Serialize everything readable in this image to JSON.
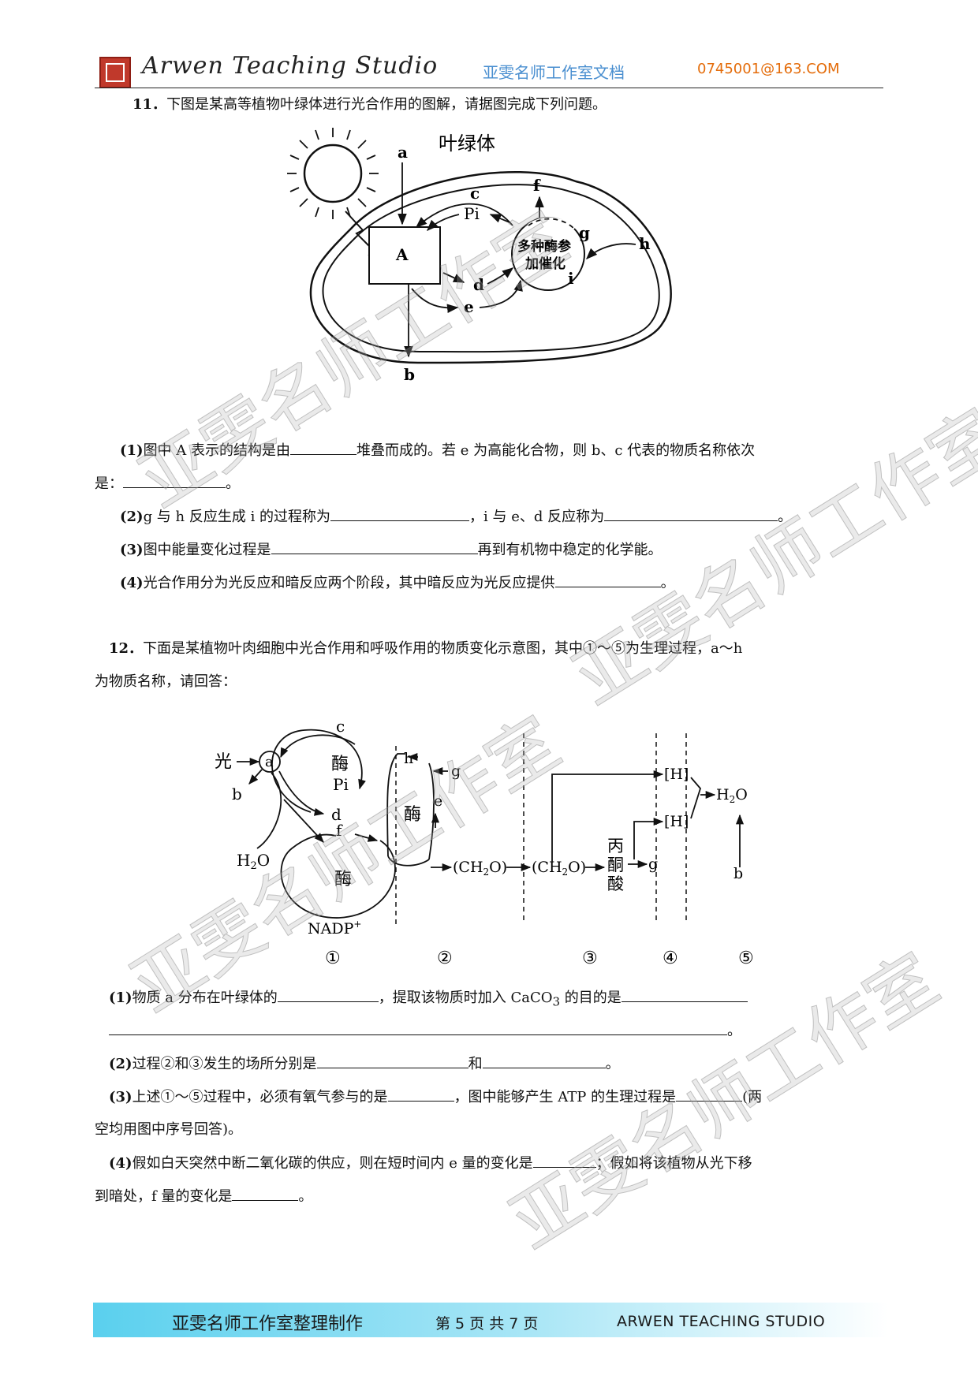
{
  "header": {
    "brand": "Arwen  Teaching  Studio",
    "center_text": "亚雯名师工作室文档",
    "email": "0745001@163.COM"
  },
  "q11": {
    "number": "11．",
    "intro": "下图是某高等植物叶绿体进行光合作用的图解，请据图完成下列问题。",
    "diagram": {
      "title": "叶绿体",
      "label_a": "a",
      "label_b": "b",
      "label_c": "c",
      "label_pi": "Pi",
      "label_f": "f",
      "label_g": "g",
      "label_h": "h",
      "label_i": "i",
      "label_d": "d",
      "label_e": "e",
      "label_A": "A",
      "enzyme_line1": "多种酶参",
      "enzyme_line2": "加催化"
    },
    "p1_num": "(1)",
    "p1_a": "图中 A 表示的结构是由",
    "p1_b": "堆叠而成的。若 e 为高能化合物，则 b、c 代表的物质名称依次",
    "p1_c": "是：",
    "p1_end": "。",
    "p2_num": "(2)",
    "p2_a": "g 与 h 反应生成 i 的过程称为",
    "p2_b": "，i 与 e、d 反应称为",
    "p2_end": "。",
    "p3_num": "(3)",
    "p3_a": "图中能量变化过程是",
    "p3_b": "再到有机物中稳定的化学能。",
    "p4_num": "(4)",
    "p4_a": "光合作用分为光反应和暗反应两个阶段，其中暗反应为光反应提供",
    "p4_end": "。"
  },
  "q12": {
    "number": "12．",
    "intro_a": "下面是某植物叶肉细胞中光合作用和呼吸作用的物质变化示意图，其中①～⑤为生理过程，a～h",
    "intro_b": "为物质名称，请回答：",
    "diagram": {
      "light": "光",
      "a": "a",
      "b": "b",
      "c": "c",
      "enzyme": "酶",
      "pi": "Pi",
      "d": "d",
      "f": "f",
      "h2o": "H2O",
      "nadp": "NADP+",
      "h": "h",
      "g": "g",
      "e": "e",
      "ch2o": "(CH2O)",
      "pyruvate_1": "丙",
      "pyruvate_2": "酮",
      "pyruvate_3": "酸",
      "hh": "[H]",
      "water_out": "H2O",
      "stage1": "①",
      "stage2": "②",
      "stage3": "③",
      "stage4": "④",
      "stage5": "⑤"
    },
    "p1_num": "(1)",
    "p1_a": "物质 a 分布在叶绿体的",
    "p1_b": "，提取该物质时加入 CaCO",
    "p1_sub": "3",
    "p1_c": " 的目的是",
    "p1_end": "。",
    "p2_num": "(2)",
    "p2_a": "过程②和③发生的场所分别是",
    "p2_b": "和",
    "p2_end": "。",
    "p3_num": "(3)",
    "p3_a": "上述①～⑤过程中，必须有氧气参与的是",
    "p3_b": "，图中能够产生 ATP 的生理过程是",
    "p3_c": "(两",
    "p3_d": "空均用图中序号回答)。",
    "p4_num": "(4)",
    "p4_a": "假如白天突然中断二氧化碳的供应，则在短时间内 e 量的变化是",
    "p4_b": "；假如将该植物从光下移",
    "p4_c": "到暗处，f 量的变化是",
    "p4_end": "。"
  },
  "footer": {
    "left": "亚雯名师工作室整理制作",
    "page": "第 5 页    共 7 页",
    "right": "ARWEN TEACHING STUDIO"
  },
  "watermark": "亚雯名师工作室"
}
